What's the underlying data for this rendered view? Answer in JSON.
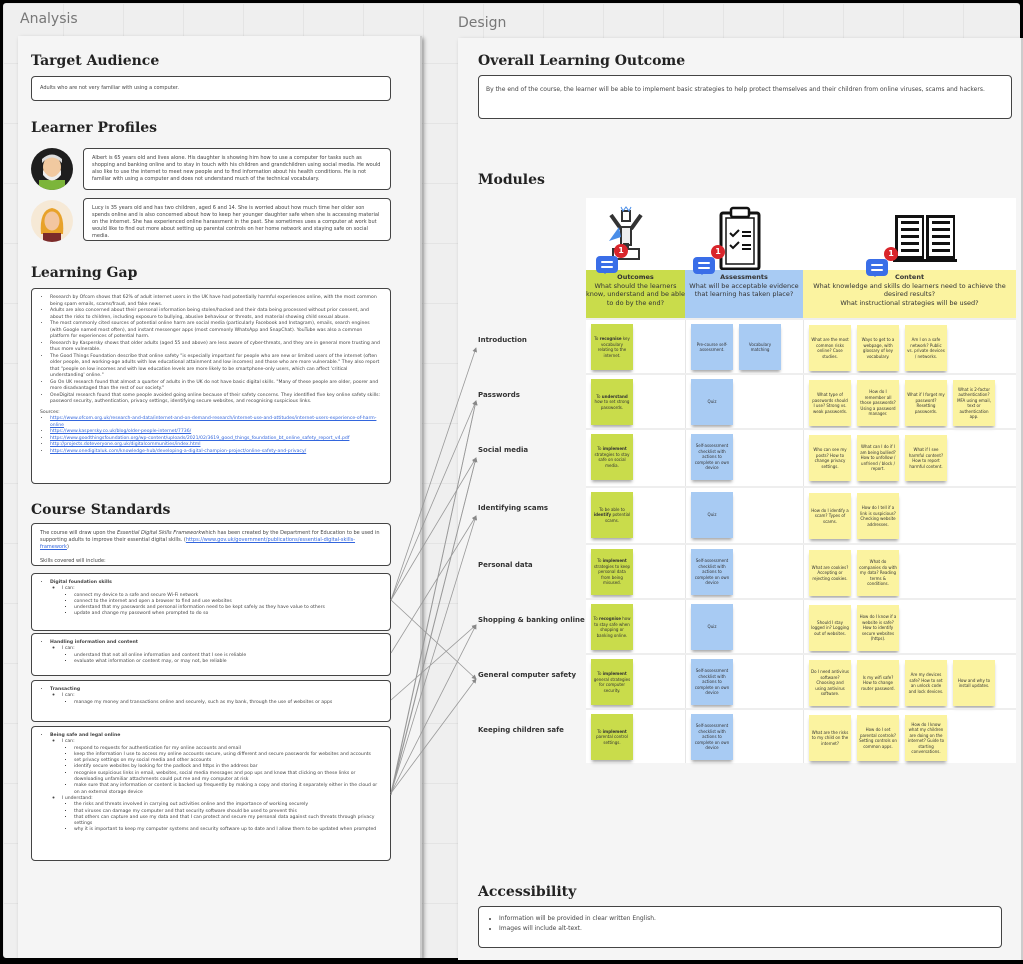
{
  "frames": {
    "analysis": "Analysis",
    "design": "Design"
  },
  "analysis": {
    "target_audience": {
      "title": "Target Audience",
      "text": "Adults who are not very familiar with using a computer."
    },
    "learner_profiles": {
      "title": "Learner Profiles",
      "profiles": [
        {
          "avatar": "older-man-avatar",
          "text": "Albert is 65 years old and lives alone.  His daughter is showing him how to use a computer for tasks such as shopping and banking online and to stay in touch with his children and grandchildren using social media.  He would also like to use the internet to meet new people and to find information about his health conditions.  He is not familiar with using a computer and does not understand much of the technical vocabulary."
        },
        {
          "avatar": "woman-avatar",
          "text": "Lucy is 35 years old and has two children, aged 6 and 14.  She is worried about how much time her older son spends online and is also concerned about how to keep her younger daughter safe when she is accessing material on the internet.  She has experienced online harassment in the past.  She sometimes uses a computer at work but would like to find out more about setting up parental controls on her home network and staying safe on social media."
        }
      ]
    },
    "learning_gap": {
      "title": "Learning Gap",
      "bullets": [
        "Research by Ofcom shows that 62% of adult internet users in the UK have had potentially harmful experiences online, with the most common being spam emails, scams/fraud, and fake news.",
        "Adults are also concerned about their personal information being stolen/hacked and their data being processed without prior consent, and about the risks to children, including exposure to bullying, abusive behaviour or threats, and material showing child sexual abuse.",
        "The most commonly cited sources of potential online harm are social media (particularly Facebook and Instagram), emails, search engines (with Google named most often), and instant messenger apps (most commonly WhatsApp and SnapChat).  YouTube was also a common platform for experiences of potential harm.",
        "Research by Kaspersky shows that older adults (aged 55 and above) are less aware of cyber-threats, and they are in general more trusting and thus more vulnerable.",
        "The Good Things Foundation describe that online safety \"is especially important for people who are new or limited users of the internet (often older people, and working-age adults with low educational attainment and low incomes) and those who are more vulnerable.\"  They also report that \"people on low incomes and with low education levels are more likely to be smartphone-only users, which can affect 'critical understanding' online.\"",
        "Go On UK research found that almost a quarter of adults in the UK do not have basic digital skills.  \"Many of these people are older, poorer and more disadvantaged than the rest of our society.\"",
        "OneDigital research found that some people avoided going online because of their safety concerns.  They identified five key online safety skills: password security, authentication, privacy settings, identifying secure websites, and recognising suspicious links."
      ],
      "sources_label": "Sources:",
      "sources": [
        "https://www.ofcom.org.uk/research-and-data/internet-and-on-demand-research/internet-use-and-attitudes/internet-users-experience-of-harm-online",
        "https://www.kaspersky.co.uk/blog/older-people-internet/7736/",
        "https://www.goodthingsfoundation.org/wp-content/uploads/2021/02/3619_good_things_foundation_bt_online_safety_report_v4.pdf",
        "http://projects.doteveryone.org.uk/digitalcommunities/index.html",
        "https://www.onedigitaluk.com/knowledge-hub/developing-a-digital-champion-project/online-safety-and-privacy/"
      ]
    },
    "course_standards": {
      "title": "Course Standards",
      "intro_pre": "The course will draw upon the ",
      "intro_em": "Essential Digital Skills Framework",
      "intro_post": "which has been created by the Department for Education to be used in supporting adults to improve their essential digital skills. (",
      "intro_link": "https://www.gov.uk/government/publications/essential-digital-skills-framework",
      "intro_end": ")",
      "skills_label": "Skills covered will include:",
      "groups": [
        {
          "title": "Digital foundation skills",
          "sections": [
            {
              "label": "I can:",
              "items": [
                "connect my device to a safe and secure Wi-Fi network",
                "connect to the internet and open a browser to find and use websites",
                "understand that my passwords and personal information need to be kept safely as they have value to others",
                "update and change my password when prompted to do so"
              ]
            }
          ]
        },
        {
          "title": "Handling information and content",
          "sections": [
            {
              "label": "I can:",
              "items": [
                "understand that not all online information and content that I see is reliable",
                "evaluate what information or content may, or may not, be reliable"
              ]
            }
          ]
        },
        {
          "title": "Transacting",
          "sections": [
            {
              "label": "I can:",
              "items": [
                "manage my money and transactions online and securely, such as my bank, through the use of websites or apps"
              ]
            }
          ]
        },
        {
          "title": "Being safe and legal online",
          "sections": [
            {
              "label": "I can:",
              "items": [
                "respond to requests for authentication for my online accounts and email",
                "keep the information I use to access my online accounts secure, using different and secure passwords for websites and accounts",
                "set privacy settings on my social media and other accounts",
                "identify secure websites by looking for the padlock and https in the address bar",
                "recognise suspicious links in email, websites, social media messages and pop ups and know that clicking on these links or downloading unfamiliar attachments could put me and my computer at risk",
                "make sure that any information or content is backed up frequently by making a copy and storing it separately either in the cloud or on an external storage device"
              ]
            },
            {
              "label": "I understand:",
              "items": [
                "the risks and threats involved in carrying out activities online and the importance of working securely",
                "that viruses can damage my computer and that security software should be used to prevent this",
                "that others can capture and use my data and that I can protect and secure my personal data against such threats through privacy settings",
                "why it is important to keep my computer systems and security software up to date and I allow them to be updated when prompted"
              ]
            }
          ]
        }
      ]
    }
  },
  "design": {
    "overall": {
      "title": "Overall Learning Outcome",
      "text": "By the end of the course, the learner will be able to implement basic strategies to help protect themselves and their children from online viruses, scams and hackers."
    },
    "modules_title": "Modules",
    "columns": [
      {
        "title": "Outcomes",
        "question": "What should the learners know, understand and be able to do by the end?",
        "color": "#c9dc4b",
        "icon": "achievement-trophy-icon",
        "comments": "1"
      },
      {
        "title": "Assessments",
        "question": "What will be acceptable evidence that learning has taken place?",
        "color": "#a8cbf3",
        "icon": "clipboard-checklist-icon",
        "comments": "1"
      },
      {
        "title": "Content",
        "question": "What knowledge and skills do learners need to achieve the desired results?\nWhat instructional strategies will be used?",
        "color": "#fbf3a0",
        "icon": "open-book-icon",
        "comments": "1"
      }
    ],
    "modules": [
      {
        "name": "Introduction",
        "outcome": {
          "pre": "To ",
          "bold": "recognise",
          "post": " key vocabulary relating to the internet."
        },
        "assessments": [
          "Pre-course self-assessment.",
          "Vocabulary matching"
        ],
        "content": [
          "What are the most common risks online? Case studies.",
          "Ways to get to a webpage, with glossary of key vocabulary.",
          "Am I on a safe network? Public vs. private devices / networks."
        ]
      },
      {
        "name": "Passwords",
        "outcome": {
          "pre": "To ",
          "bold": "understand",
          "post": " how to set strong passwords."
        },
        "assessments": [
          "Quiz"
        ],
        "content": [
          "What type of passwords should I use? Strong vs. weak passwords.",
          "How do I remember all those passwords? Using a password manager.",
          "What if I forget my password? Resetting passwords.",
          "What is 2-factor authentication? MFA using email, text or authentication app."
        ]
      },
      {
        "name": "Social media",
        "outcome": {
          "pre": "To ",
          "bold": "implement",
          "post": " strategies to stay safe on social media."
        },
        "assessments": [
          "Self-assessment checklist with actions to complete on own device"
        ],
        "content": [
          "Who can see my posts? How to change privacy settings.",
          "What can I do if I am being bullied? How to unfollow / unfriend / block / report.",
          "What if I see harmful content? How to report harmful content."
        ]
      },
      {
        "name": "Identifying scams",
        "outcome": {
          "pre": "To be able to ",
          "bold": "identify",
          "post": " potential scams."
        },
        "assessments": [
          "Quiz"
        ],
        "content": [
          "How do I identify a scam? Types of scams.",
          "How do I tell if a link is suspicious? Checking website addresses."
        ]
      },
      {
        "name": "Personal data",
        "outcome": {
          "pre": "To ",
          "bold": "implement",
          "post": " strategies to keep personal data from being misused."
        },
        "assessments": [
          "Self-assessment checklist with actions to complete on own device"
        ],
        "content": [
          "What are cookies? Accepting or rejecting cookies.",
          "What do companies do with my data? Reading terms & conditions."
        ]
      },
      {
        "name": "Shopping & banking online",
        "outcome": {
          "pre": "To ",
          "bold": "recognise",
          "post": " how to stay safe when shopping or banking online."
        },
        "assessments": [
          "Quiz"
        ],
        "content": [
          "Should I stay logged in? Logging out of websites.",
          "How do I know if a website is safe? How to identify secure websites (https)."
        ]
      },
      {
        "name": "General computer safety",
        "outcome": {
          "pre": "To ",
          "bold": "implement",
          "post": " general strategies for computer security."
        },
        "assessments": [
          "Self-assessment checklist with actions to complete on own device"
        ],
        "content": [
          "Do I need antivirus software? Choosing and using antivirus software.",
          "Is my wifi safe? How to change router password.",
          "Are my devices safe? How to set an unlock code and lock devices.",
          "How and why to install updates."
        ]
      },
      {
        "name": "Keeping children safe",
        "outcome": {
          "pre": "To ",
          "bold": "implement",
          "post": " parental control settings."
        },
        "assessments": [
          "Self-assessment checklist with actions to complete on own device"
        ],
        "content": [
          "What are the risks to my child on the internet?",
          "How do I set parental controls? Setting controls on common apps.",
          "How do I know what my children are doing on the internet? Guide to starting conversations."
        ]
      }
    ],
    "accessibility": {
      "title": "Accessibility",
      "bullets": [
        "Information will be provided in clear written English.",
        "Images will include alt-text."
      ]
    }
  }
}
